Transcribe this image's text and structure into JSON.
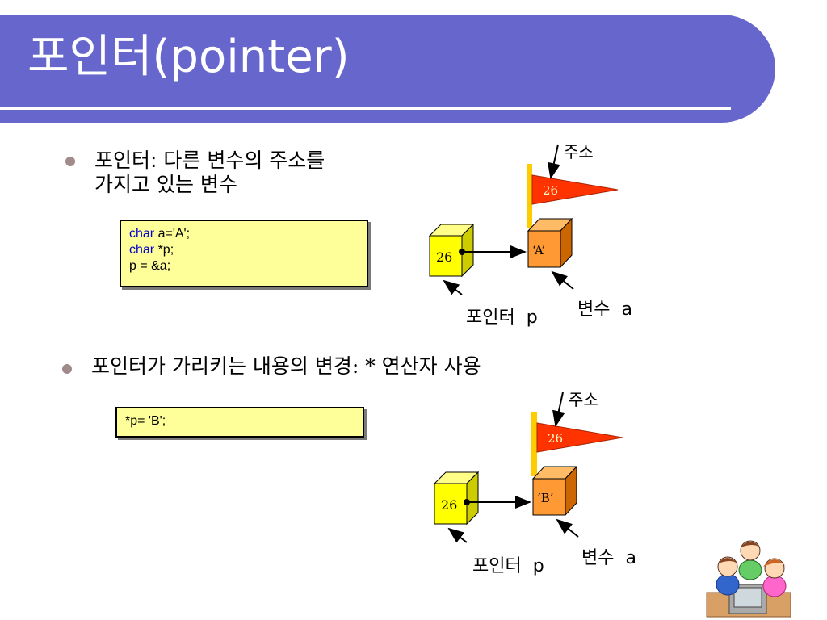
{
  "slide": {
    "title": "포인터(pointer)"
  },
  "bullets": [
    {
      "text_line1": "포인터: 다른 변수의 주소를",
      "text_line2": "가지고 있는 변수"
    },
    {
      "text": "포인터가 가리키는 내용의 변경: * 연산자 사용"
    }
  ],
  "code1": {
    "line1_kw": "char",
    "line1_rest": " a='A';",
    "line2_kw": "char",
    "line2_rest": " *p;",
    "line3": "p = &a;"
  },
  "code2": {
    "line1": "*p= 'B';"
  },
  "diagram1": {
    "address_label": "주소",
    "flag_value": "26",
    "pointer_value": "26",
    "variable_value": "‘A’",
    "pointer_label": "포인터",
    "pointer_name": "p",
    "variable_label": "변수",
    "variable_name": "a"
  },
  "diagram2": {
    "address_label": "주소",
    "flag_value": "26",
    "pointer_value": "26",
    "variable_value": "‘B’",
    "pointer_label": "포인터",
    "pointer_name": "p",
    "variable_label": "변수",
    "variable_name": "a"
  },
  "colors": {
    "title_bar": "#6666cc",
    "code_box": "#ffff99",
    "flag": "#ff3300",
    "flag_pole": "#ffcc00",
    "pointer_cube": "#ffff00",
    "variable_cube": "#ff9933"
  },
  "icons": {
    "clipart": "children-at-computer-icon"
  }
}
